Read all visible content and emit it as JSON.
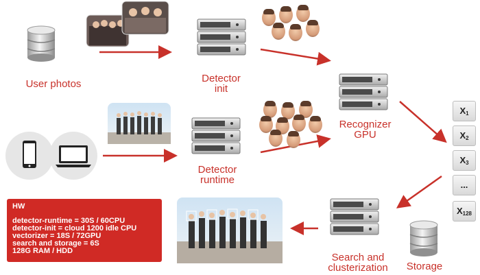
{
  "colors": {
    "accent": "#c8312a",
    "hw_box": "#d02a25"
  },
  "nodes": {
    "user_photos": "User photos",
    "detector_init": "Detector\ninit",
    "detector_runtime": "Detector\nruntime",
    "recognizer": "Recognizer\nGPU",
    "search": "Search and\nclusterization",
    "storage": "Storage"
  },
  "vectors": [
    {
      "base": "X",
      "sub": "1"
    },
    {
      "base": "X",
      "sub": "2"
    },
    {
      "base": "X",
      "sub": "3"
    },
    {
      "base": "...",
      "sub": ""
    },
    {
      "base": "X",
      "sub": "128"
    }
  ],
  "hw": {
    "title": "HW",
    "lines": [
      "detector-runtime = 30S / 60CPU",
      "detector-init = cloud 1200 idle CPU",
      "vectorizer = 18S / 72GPU",
      "search and storage = 6S",
      "128G RAM / HDD"
    ]
  },
  "icons": {
    "database": "database-icon",
    "server": "server-rack-icon",
    "phone": "smartphone-icon",
    "laptop": "laptop-icon"
  }
}
